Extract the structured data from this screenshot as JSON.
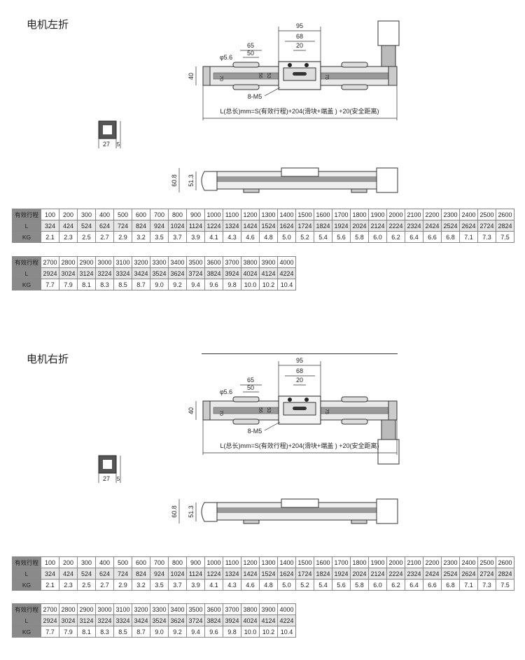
{
  "sections": [
    {
      "title": "电机左折",
      "motor": "up"
    },
    {
      "title": "电机右折",
      "motor": "down"
    }
  ],
  "drawing": {
    "dims": {
      "d95": "95",
      "d68": "68",
      "d20": "20",
      "d65": "65",
      "d50": "50",
      "hole": "φ5.6",
      "h40": "40",
      "thread": "8-M5",
      "formula": "L(总长)mm=S(有效行程)+204(滑块+端盖 ) +20(安全距离)",
      "w27": "27",
      "w5": "5",
      "h608": "60.8",
      "h513": "51.3",
      "v70": "70",
      "v56": "56",
      "v53": "53",
      "v75": "75"
    }
  },
  "tables": {
    "row_labels": [
      "有效行程",
      "L",
      "KG"
    ],
    "part1": {
      "stroke": [
        "100",
        "200",
        "300",
        "400",
        "500",
        "600",
        "700",
        "800",
        "900",
        "1000",
        "1100",
        "1200",
        "1300",
        "1400",
        "1500",
        "1600",
        "1700",
        "1800",
        "1900",
        "2000",
        "2100",
        "2200",
        "2300",
        "2400",
        "2500",
        "2600"
      ],
      "L": [
        "324",
        "424",
        "524",
        "624",
        "724",
        "824",
        "924",
        "1024",
        "1124",
        "1224",
        "1324",
        "1424",
        "1524",
        "1624",
        "1724",
        "1824",
        "1924",
        "2024",
        "2124",
        "2224",
        "2324",
        "2424",
        "2524",
        "2624",
        "2724",
        "2824"
      ],
      "KG": [
        "2.1",
        "2.3",
        "2.5",
        "2.7",
        "2.9",
        "3.2",
        "3.5",
        "3.7",
        "3.9",
        "4.1",
        "4.3",
        "4.6",
        "4.8",
        "5.0",
        "5.2",
        "5.4",
        "5.6",
        "5.8",
        "6.0",
        "6.2",
        "6.4",
        "6.6",
        "6.8",
        "7.1",
        "7.3",
        "7.5"
      ]
    },
    "part2": {
      "stroke": [
        "2700",
        "2800",
        "2900",
        "3000",
        "3100",
        "3200",
        "3300",
        "3400",
        "3500",
        "3600",
        "3700",
        "3800",
        "3900",
        "4000"
      ],
      "L": [
        "2924",
        "3024",
        "3124",
        "3224",
        "3324",
        "3424",
        "3524",
        "3624",
        "3724",
        "3824",
        "3924",
        "4024",
        "4124",
        "4224"
      ],
      "KG": [
        "7.7",
        "7.9",
        "8.1",
        "8.3",
        "8.5",
        "8.7",
        "9.0",
        "9.2",
        "9.4",
        "9.6",
        "9.8",
        "10.0",
        "10.2",
        "10.4"
      ]
    }
  }
}
